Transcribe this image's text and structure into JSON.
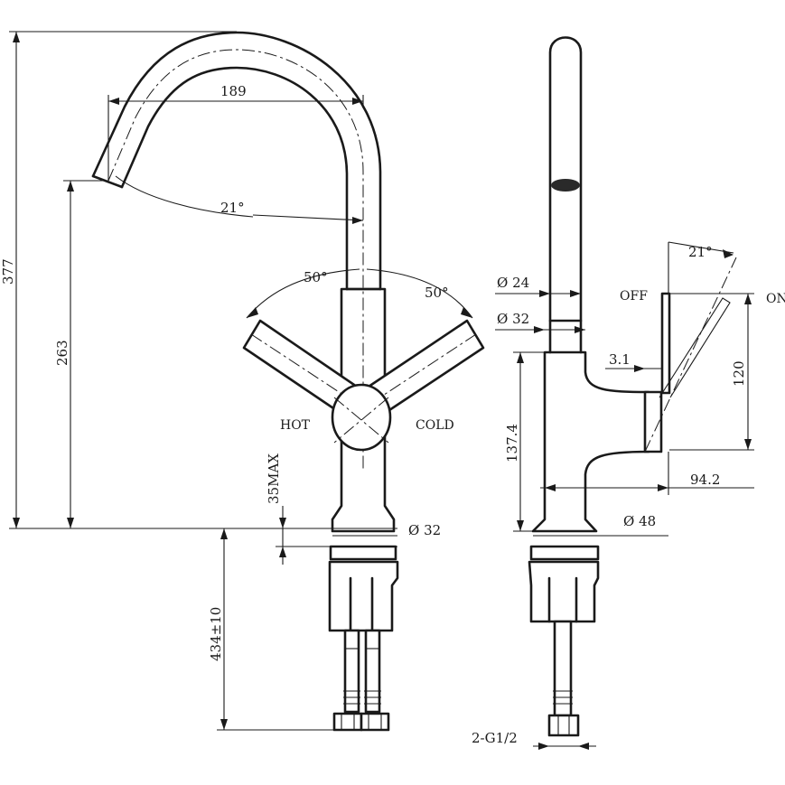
{
  "dimensions": {
    "total_height": "377",
    "spout_height": "263",
    "spout_reach": "189",
    "spout_angle": "21°",
    "handle_angle_left": "50°",
    "handle_angle_right": "50°",
    "max_deck_thickness": "35MAX",
    "base_diameter_front": "Ø 32",
    "hose_length": "434±10",
    "spout_tube_diameter": "Ø 24",
    "body_diameter": "Ø 32",
    "body_height": "137.4",
    "flange_diameter": "Ø 48",
    "lever_angle": "21°",
    "lever_travel": "120",
    "lever_offset": "3.1",
    "lever_reach": "94.2",
    "connector_thread": "2-G1/2"
  },
  "labels": {
    "hot": "HOT",
    "cold": "COLD",
    "off": "OFF",
    "on": "ON"
  }
}
